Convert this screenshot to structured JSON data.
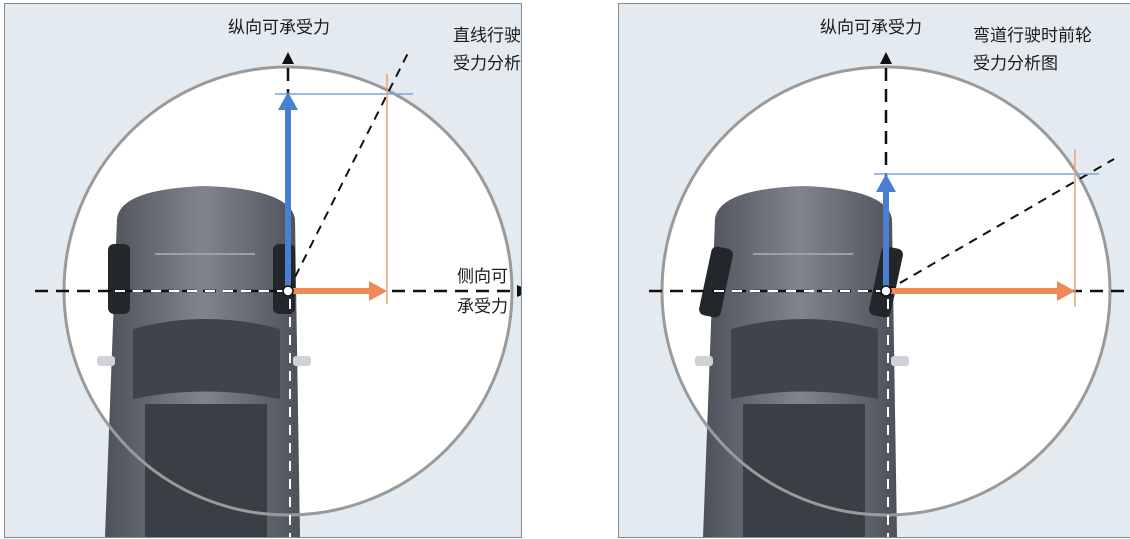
{
  "left_panel": {
    "title_line1": "直线行驶时前轮",
    "title_line2": "受力分析图",
    "vertical_axis_label": "纵向可承受力",
    "lateral_axis_label_line1": "侧向可",
    "lateral_axis_label_line2": "承受力"
  },
  "right_panel": {
    "title_line1": "弯道行驶时前轮",
    "title_line2": "受力分析图",
    "vertical_axis_label": "纵向可承受力"
  },
  "colors": {
    "background": "#e4ebf0",
    "circle": "#9a9a9a",
    "longitudinal_force": "#4a7fd0",
    "lateral_force": "#ef8a55",
    "guide_blue": "#7aa6e0",
    "guide_orange": "#f2a070",
    "axis": "#111111",
    "car_body": "#6b6f78"
  }
}
